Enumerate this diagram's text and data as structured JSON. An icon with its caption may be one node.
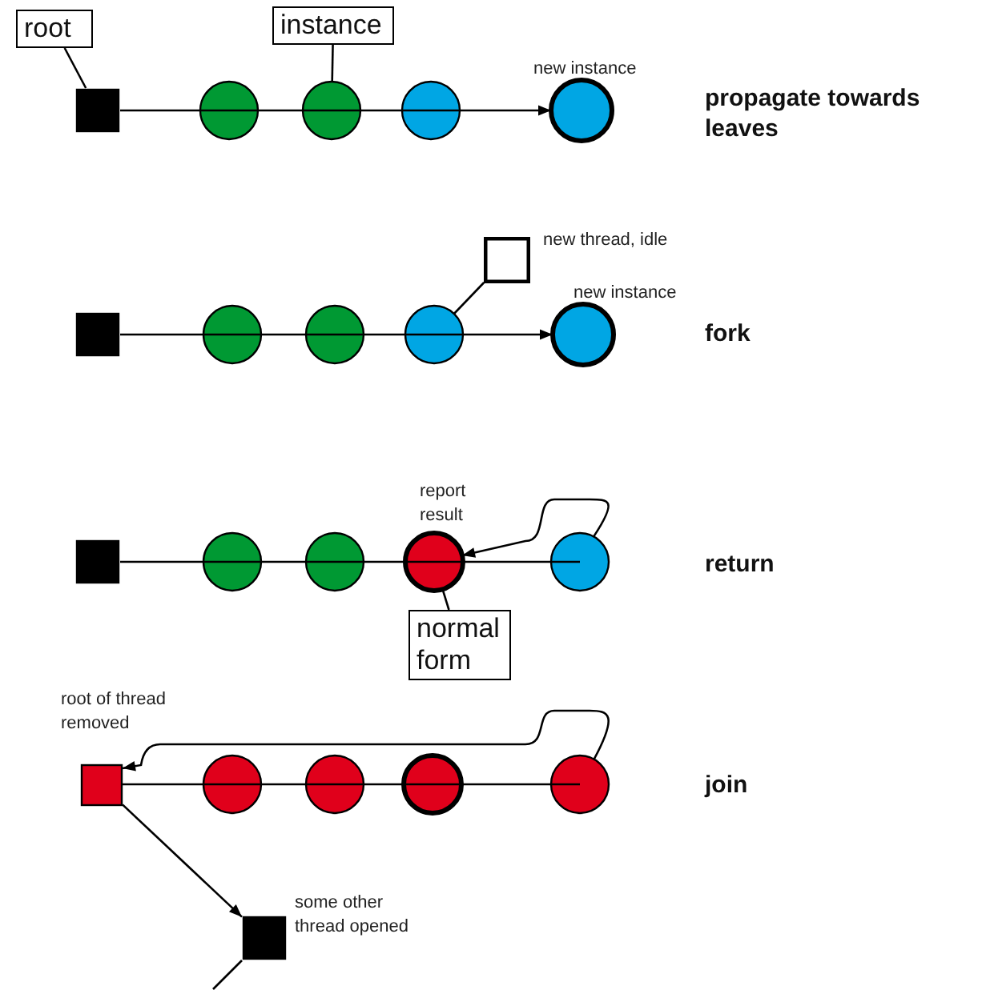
{
  "diagram": {
    "nodes": [
      {
        "text": [
          "root"
        ]
      },
      {
        "text": [
          "instance"
        ]
      },
      {
        "text": [],
        "shape": "box"
      },
      {
        "text": [],
        "shape": "circle"
      },
      {
        "text": [],
        "shape": "circle"
      },
      {
        "text": [],
        "shape": "circle"
      },
      {
        "text": [],
        "shape": "circle",
        "beside": [
          "new instance"
        ]
      },
      {
        "text": [],
        "shape": "box",
        "beside": [
          "new thread, idle"
        ]
      },
      {
        "text": [],
        "shape": "box"
      },
      {
        "text": [],
        "shape": "circle"
      },
      {
        "text": [],
        "shape": "circle"
      },
      {
        "text": [],
        "shape": "circle"
      },
      {
        "text": [],
        "shape": "circle",
        "beside": [
          "new instance"
        ]
      },
      {
        "text": [],
        "shape": "box"
      },
      {
        "text": [],
        "shape": "circle"
      },
      {
        "text": [],
        "shape": "circle"
      },
      {
        "text": [],
        "shape": "circle"
      },
      {
        "text": [],
        "shape": "circle"
      },
      {
        "text": [
          "normal form"
        ]
      },
      {
        "text": [],
        "shape": "box",
        "beside": [
          "root of thread removed"
        ]
      },
      {
        "text": [],
        "shape": "circle"
      },
      {
        "text": [],
        "shape": "circle"
      },
      {
        "text": [],
        "shape": "circle"
      },
      {
        "text": [],
        "shape": "circle"
      },
      {
        "text": [],
        "shape": "box",
        "beside": [
          "some other thread opened"
        ]
      }
    ],
    "edges": [
      {
        "from": 0,
        "to": 2,
        "arrow": "none"
      },
      {
        "from": 1,
        "to": 4,
        "arrow": "none"
      },
      {
        "from": 2,
        "to": 3,
        "arrow": "none"
      },
      {
        "from": 3,
        "to": 4,
        "arrow": "none"
      },
      {
        "from": 4,
        "to": 5,
        "arrow": "none"
      },
      {
        "from": 5,
        "to": 6,
        "arrow": "to"
      },
      {
        "from": 8,
        "to": 9,
        "arrow": "none"
      },
      {
        "from": 9,
        "to": 10,
        "arrow": "none"
      },
      {
        "from": 10,
        "to": 11,
        "arrow": "none"
      },
      {
        "from": 11,
        "to": 12,
        "arrow": "to"
      },
      {
        "from": 11,
        "to": 7,
        "arrow": "none"
      },
      {
        "from": 13,
        "to": 14,
        "arrow": "none"
      },
      {
        "from": 14,
        "to": 15,
        "arrow": "none"
      },
      {
        "from": 15,
        "to": 16,
        "arrow": "none"
      },
      {
        "from": 16,
        "to": 17,
        "arrow": "none"
      },
      {
        "from": 17,
        "to": 16,
        "arrow": "to",
        "label": "report result"
      },
      {
        "from": 18,
        "to": 16,
        "arrow": "none"
      },
      {
        "from": 19,
        "to": 20,
        "arrow": "none"
      },
      {
        "from": 20,
        "to": 21,
        "arrow": "none"
      },
      {
        "from": 21,
        "to": 22,
        "arrow": "none"
      },
      {
        "from": 22,
        "to": 23,
        "arrow": "none"
      },
      {
        "from": 23,
        "to": 19,
        "arrow": "to"
      },
      {
        "from": 19,
        "to": 24,
        "arrow": "to"
      },
      {
        "from": 24,
        "to": null,
        "arrow": "none"
      }
    ],
    "labels": [
      "propagate towards leaves",
      "fork",
      "return",
      "join"
    ]
  }
}
